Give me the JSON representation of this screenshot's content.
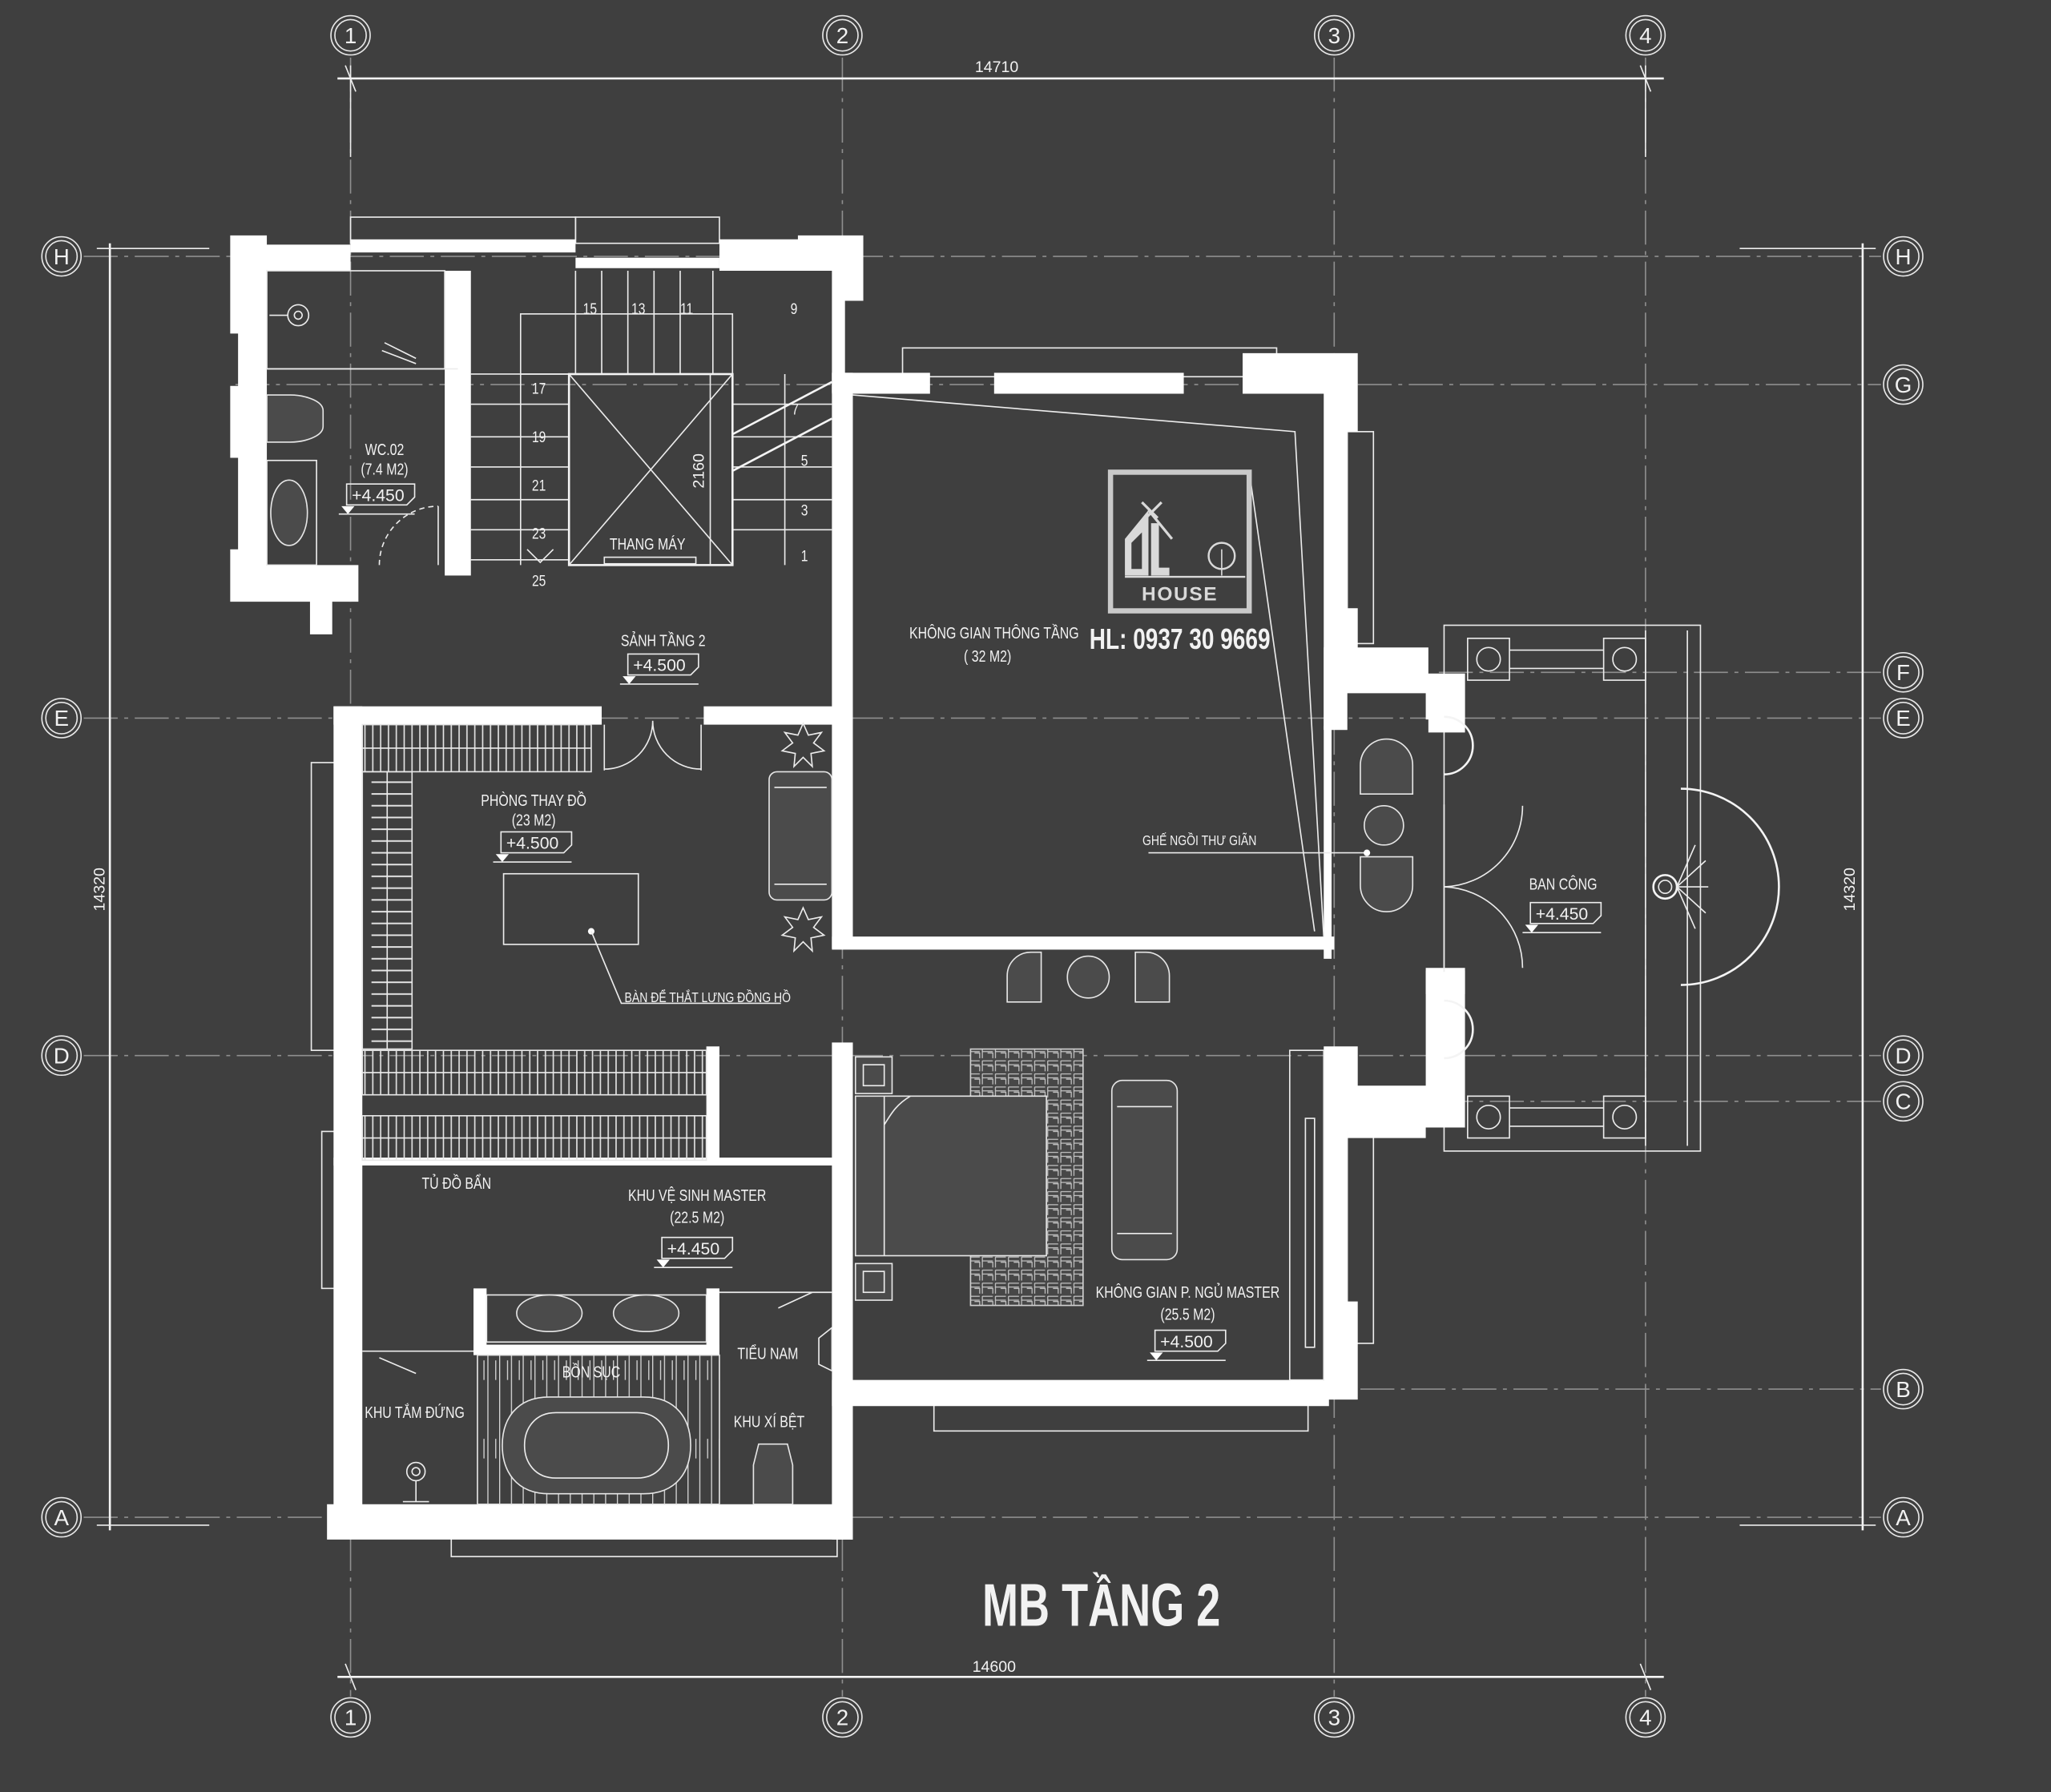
{
  "title": "MB TẦNG 2",
  "grid": {
    "columns": [
      "1",
      "2",
      "3",
      "4"
    ],
    "rows_left": [
      "H",
      "E",
      "D",
      "A"
    ],
    "rows_right": [
      "H",
      "G",
      "F",
      "E",
      "D",
      "C",
      "B",
      "A"
    ]
  },
  "dimensions": {
    "top": "14710",
    "bottom": "14600",
    "left": "14320",
    "right": "14320",
    "elevator": "2160"
  },
  "stair_numbers": {
    "s15": "15",
    "s13": "13",
    "s11": "11",
    "s9": "9",
    "s17": "17",
    "s19": "19",
    "s21": "21",
    "s23": "23",
    "s25": "25",
    "s7": "7",
    "s5": "5",
    "s3": "3",
    "s1": "1"
  },
  "rooms": {
    "wc": {
      "name": "WC.02",
      "area": "(7.4 M2)",
      "elevation": "+4.450"
    },
    "elevator": {
      "name": "THANG MÁY"
    },
    "hall": {
      "name": "SẢNH TẦNG 2",
      "elevation": "+4.500"
    },
    "void": {
      "name": "KHÔNG GIAN THÔNG TẦNG",
      "area": "( 32 M2)"
    },
    "relax_chairs": {
      "name": "GHẾ NGỒI THƯ GIÃN"
    },
    "dressing": {
      "name": "PHÒNG THAY ĐỒ",
      "area": "(23 M2)",
      "elevation": "+4.500"
    },
    "belt_watch_table": {
      "name": "BÀN ĐỂ THẮT LƯNG ĐỒNG HỒ"
    },
    "laundry_cabinet": {
      "name": "TỦ ĐỒ BẨN"
    },
    "master_bath": {
      "name": "KHU VỆ SINH MASTER",
      "area": "(22.5 M2)",
      "elevation": "+4.450"
    },
    "jacuzzi": {
      "name": "BỒN SỤC"
    },
    "urinal": {
      "name": "TIỂU NAM"
    },
    "toilet": {
      "name": "KHU XÍ BỆT"
    },
    "shower": {
      "name": "KHU TẮM ĐỨNG"
    },
    "master_bedroom": {
      "name": "KHÔNG GIAN P. NGỦ MASTER",
      "area": "(25.5 M2)",
      "elevation": "+4.500"
    },
    "balcony": {
      "name": "BAN CÔNG",
      "elevation": "+4.450"
    }
  },
  "logo": {
    "text": "HOUSE",
    "mark": "DL"
  },
  "hotline": "HL: 0937 30 9669",
  "colors": {
    "background": "#3f3f3f",
    "lines": "#ececec",
    "grid": "#8f8f8f"
  }
}
